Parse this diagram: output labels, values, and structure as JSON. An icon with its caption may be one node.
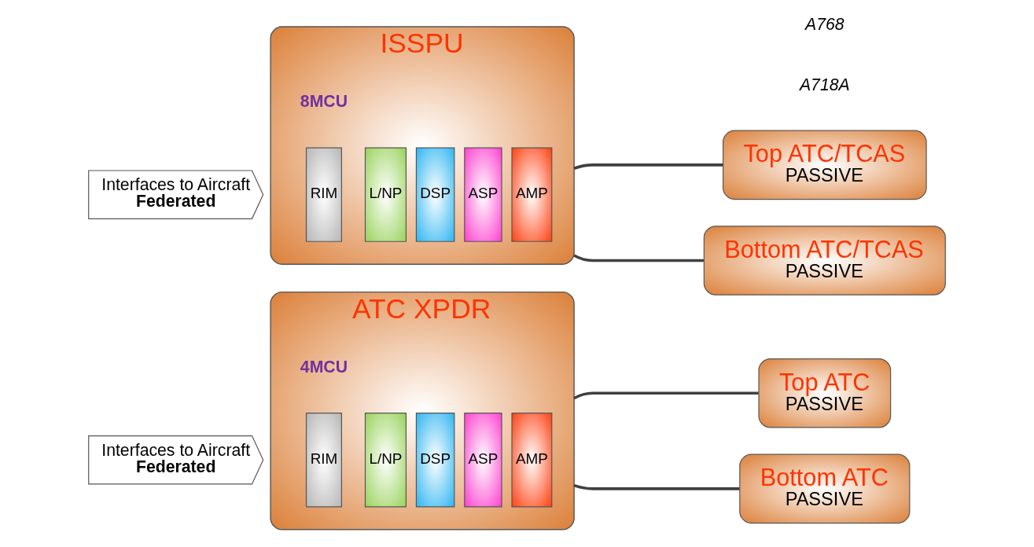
{
  "diagram": {
    "nodes": [
      {
        "text": [
          "ATC XPDR"
        ],
        "beside": [
          "4MCU"
        ]
      },
      {
        "text": [
          "RIM"
        ],
        "in": 0
      },
      {
        "text": [
          "L/NP"
        ],
        "in": 0
      },
      {
        "text": [
          "DSP"
        ],
        "in": 0
      },
      {
        "text": [
          "ASP"
        ],
        "in": 0
      },
      {
        "text": [
          "AMP"
        ],
        "in": 0
      },
      {
        "text": [
          "Top ATC",
          "PASSIVE"
        ]
      },
      {
        "text": [
          "Bottom ATC",
          "PASSIVE"
        ]
      },
      {
        "text": [
          "Interfaces to Aircraft",
          "Federated"
        ]
      },
      {
        "text": [
          "ISSPU"
        ],
        "beside": [
          "8MCU"
        ]
      },
      {
        "text": [
          "RIM"
        ],
        "in": 9
      },
      {
        "text": [
          "L/NP"
        ],
        "in": 9
      },
      {
        "text": [
          "DSP"
        ],
        "in": 9
      },
      {
        "text": [
          "ASP"
        ],
        "in": 9
      },
      {
        "text": [
          "AMP"
        ],
        "in": 9
      },
      {
        "text": [
          "Top ATC/TCAS",
          "PASSIVE"
        ]
      },
      {
        "text": [
          "Bottom ATC/TCAS",
          "PASSIVE"
        ]
      },
      {
        "text": [
          "Interfaces to Aircraft",
          "Federated"
        ]
      }
    ],
    "edges": [
      {
        "from": 0,
        "to": 6,
        "arrow": "none"
      },
      {
        "from": 0,
        "to": 7,
        "arrow": "none"
      },
      {
        "from": 9,
        "to": 15,
        "arrow": "none"
      },
      {
        "from": 9,
        "to": 16,
        "arrow": "none"
      }
    ],
    "labels": [
      "A718A",
      "A768"
    ]
  }
}
